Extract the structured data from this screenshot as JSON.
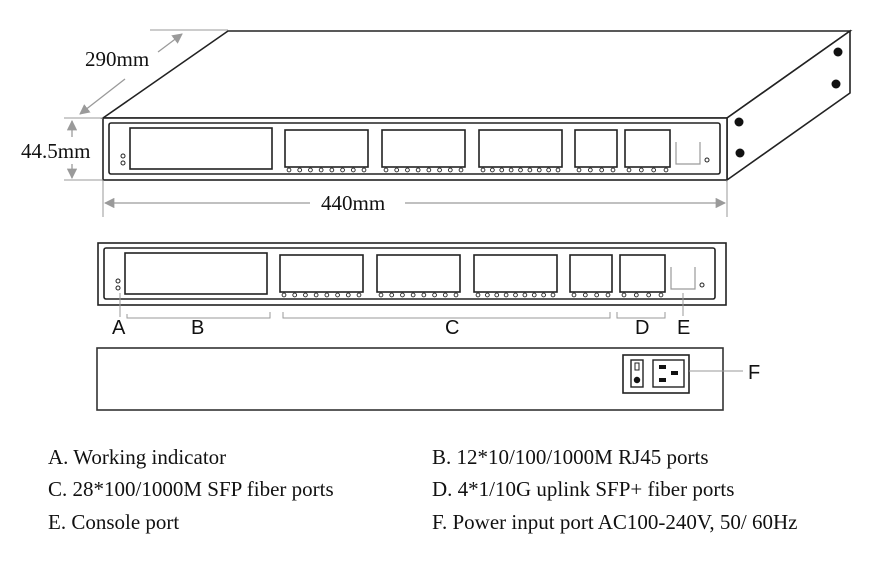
{
  "dimensions": {
    "depth": "290mm",
    "height": "44.5mm",
    "width": "440mm"
  },
  "callouts": [
    "A",
    "B",
    "C",
    "D",
    "E",
    "F"
  ],
  "legend": [
    {
      "key": "A",
      "text": "Working indicator"
    },
    {
      "key": "B",
      "text": "12*10/100/1000M RJ45 ports"
    },
    {
      "key": "C",
      "text": "28*100/1000M SFP fiber ports"
    },
    {
      "key": "D",
      "text": "4*1/10G uplink SFP+ fiber ports"
    },
    {
      "key": "E",
      "text": "Console port"
    },
    {
      "key": "F",
      "text": "Power input port AC100-240V, 50/ 60Hz"
    }
  ],
  "colors": {
    "line": "#222222",
    "dimension": "#9a9a9a",
    "background": "#ffffff"
  }
}
